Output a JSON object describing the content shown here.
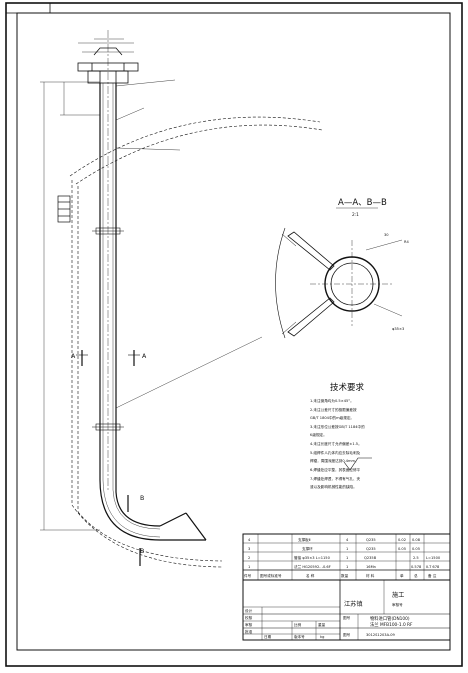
{
  "drawing": {
    "section_label": "A—A、B—B",
    "section_scale": "2:1",
    "section_leader_labels": {
      "top": "30",
      "bottom": "φ35×3",
      "right": "R4"
    },
    "section_markers": {
      "a_left": "A",
      "a_right": "A",
      "b_upper": "B",
      "b_lower": "B"
    },
    "tech_requirements": {
      "title": "技术要求",
      "lines": [
        "1.未注倒角均为0.5×45°。",
        "2.未注公差尺寸的极限偏差按",
        "GB/T 1804中的m级规定。",
        "3.未注形位公差按GB/T 1184中的",
        "K级规定。",
        "4.未注长度尺寸允许偏差±1.5。",
        "5.组焊件人孔体内应去除毛刺及",
        "焊瘤，周围深度达到0.4mm。",
        "6.焊缝处应平整，其表面应修平",
        "7.焊缝处焊透，不得有气孔、夹",
        "渣以及影响机械性能的缺陷。"
      ]
    },
    "bom_header": {
      "seq": "件号",
      "code": "图号或标准号",
      "name": "名 称",
      "qty": "数量",
      "material": "材 料",
      "unit_weight": "单",
      "total_weight": "总",
      "weight": "重量",
      "remark": "备 注"
    },
    "bom_rows": [
      {
        "seq": "4",
        "name": "支撑板Ⅱ",
        "qty": "4",
        "material": "Q235",
        "unit_weight": "0.02",
        "total_weight": "0.08",
        "remark": ""
      },
      {
        "seq": "3",
        "name": "支撑环",
        "qty": "1",
        "material": "Q235",
        "unit_weight": "0.05",
        "total_weight": "0.05",
        "remark": ""
      },
      {
        "seq": "2",
        "name": "管接 φ35×3 L=1150",
        "qty": "1",
        "material": "Q235B",
        "unit_weight": "",
        "total_weight": "2.5",
        "remark": "L=1500"
      },
      {
        "seq": "1",
        "name": "法兰 HG20592-  -0.6F",
        "qty": "1",
        "material": "16Mn",
        "unit_weight": "",
        "total_weight": "0.578",
        "remark": "II-T 678"
      }
    ],
    "title_block": {
      "org": "江苏镇",
      "phase": "施工",
      "scale_label": "比例",
      "drawing_name_lines": [
        "物料进口管(DN100)",
        "法兰 MFB100-1.0 RF"
      ],
      "drawing_no_label": "图号",
      "drawing_no": "3012S1203A-09",
      "sheet": "图号",
      "design": "设计",
      "check": "校核",
      "review": "审核",
      "approve": "批准",
      "date_label": "日期",
      "weight_label": "重量",
      "unit": "kg",
      "standard": "版本号",
      "cert": "审核号"
    }
  }
}
